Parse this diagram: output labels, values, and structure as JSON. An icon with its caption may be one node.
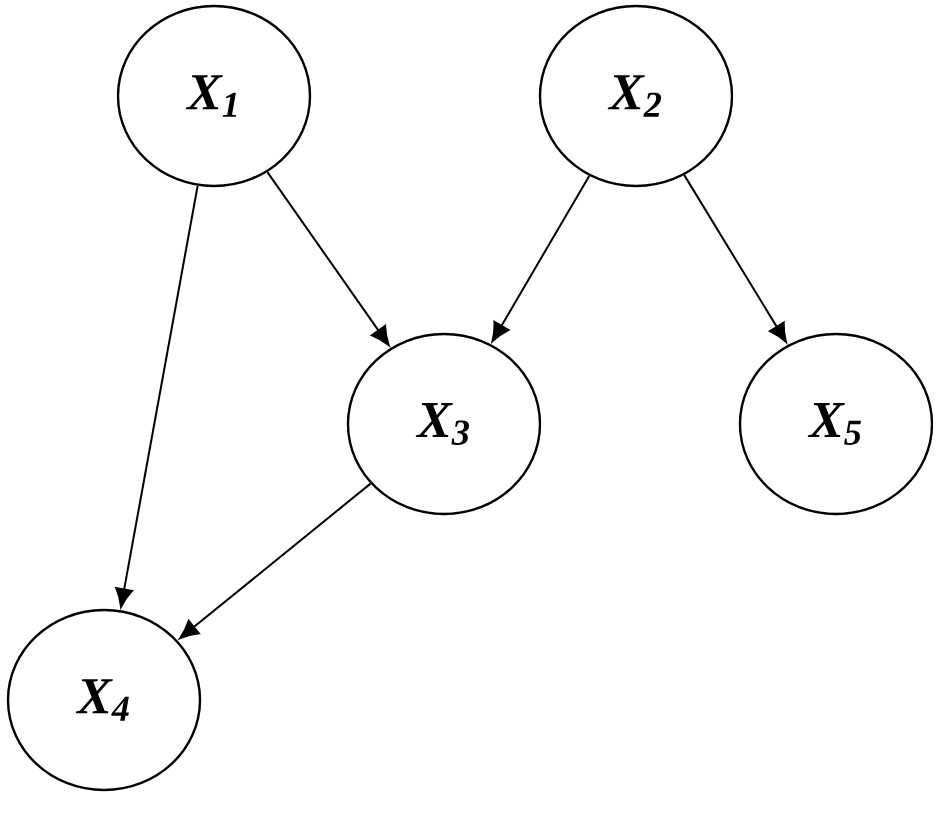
{
  "diagram": {
    "nodes": [
      {
        "text": [
          "X$_{1}$"
        ]
      },
      {
        "text": [
          "X$_{2}$"
        ]
      },
      {
        "text": [
          "X$_{3}$"
        ]
      },
      {
        "text": [
          "X$_{5}$"
        ]
      },
      {
        "text": [
          "X$_{4}$"
        ]
      }
    ],
    "edges": [
      {
        "from": 0,
        "to": 2,
        "arrow": "to"
      },
      {
        "from": 0,
        "to": 4,
        "arrow": "to"
      },
      {
        "from": 1,
        "to": 2,
        "arrow": "to"
      },
      {
        "from": 1,
        "to": 3,
        "arrow": "to"
      },
      {
        "from": 2,
        "to": 4,
        "arrow": "to"
      }
    ]
  }
}
